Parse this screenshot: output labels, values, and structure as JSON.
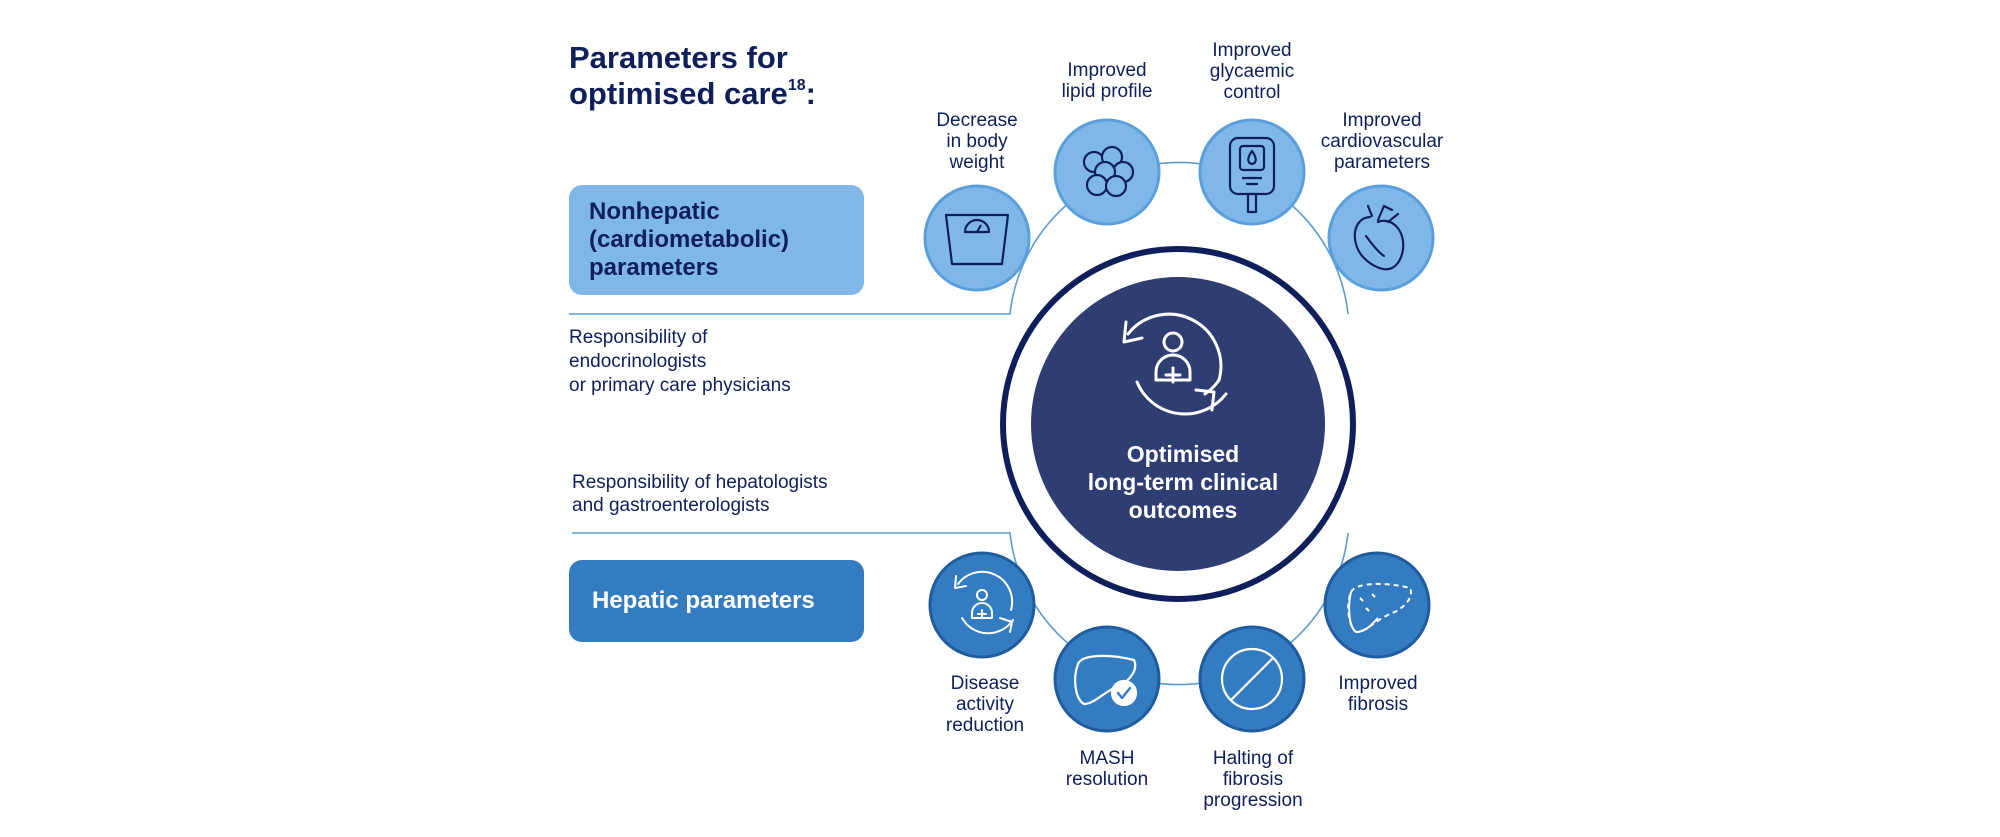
{
  "title": {
    "line1": "Parameters for",
    "line2": "optimised care",
    "superscript": "18",
    "suffix": ":"
  },
  "nonhepatic_box": {
    "line1": "Nonhepatic",
    "line2": "(cardiometabolic)",
    "line3": "parameters"
  },
  "hepatic_box": {
    "label": "Hepatic parameters"
  },
  "responsibility_endocrinology": {
    "line1": "Responsibility of",
    "line2": "endocrinologists",
    "line3": "or primary care physicians"
  },
  "responsibility_hepatology": {
    "line1": "Responsibility of hepatologists",
    "line2": "and gastroenterologists"
  },
  "center": {
    "line1": "Optimised",
    "line2": "long-term clinical",
    "line3": "outcomes",
    "icon": "patient-cycle-icon"
  },
  "nonhepatic_parameters": [
    {
      "lines": [
        "Decrease",
        "in body",
        "weight"
      ],
      "icon": "scale-icon"
    },
    {
      "lines": [
        "Improved",
        "lipid profile"
      ],
      "icon": "lipid-cells-icon"
    },
    {
      "lines": [
        "Improved",
        "glycaemic",
        "control"
      ],
      "icon": "glucose-meter-icon"
    },
    {
      "lines": [
        "Improved",
        "cardiovascular",
        "parameters"
      ],
      "icon": "heart-icon"
    }
  ],
  "hepatic_parameters": [
    {
      "lines": [
        "Disease",
        "activity",
        "reduction"
      ],
      "icon": "patient-cycle-icon"
    },
    {
      "lines": [
        "MASH",
        "resolution"
      ],
      "icon": "liver-check-icon"
    },
    {
      "lines": [
        "Halting of",
        "fibrosis",
        "progression"
      ],
      "icon": "prohibition-icon"
    },
    {
      "lines": [
        "Improved",
        "fibrosis"
      ],
      "icon": "liver-dotted-icon"
    }
  ],
  "colors": {
    "navy_text": "#0f1f5c",
    "center_fill": "#2e3e73",
    "outer_ring": "#0f1f5c",
    "light_blue": "#7fb7e8",
    "light_blue_stroke": "#5a9fdc",
    "mid_blue": "#337cc1",
    "mid_blue_stroke": "#1f5c9e",
    "connector": "#5b9bd0"
  }
}
